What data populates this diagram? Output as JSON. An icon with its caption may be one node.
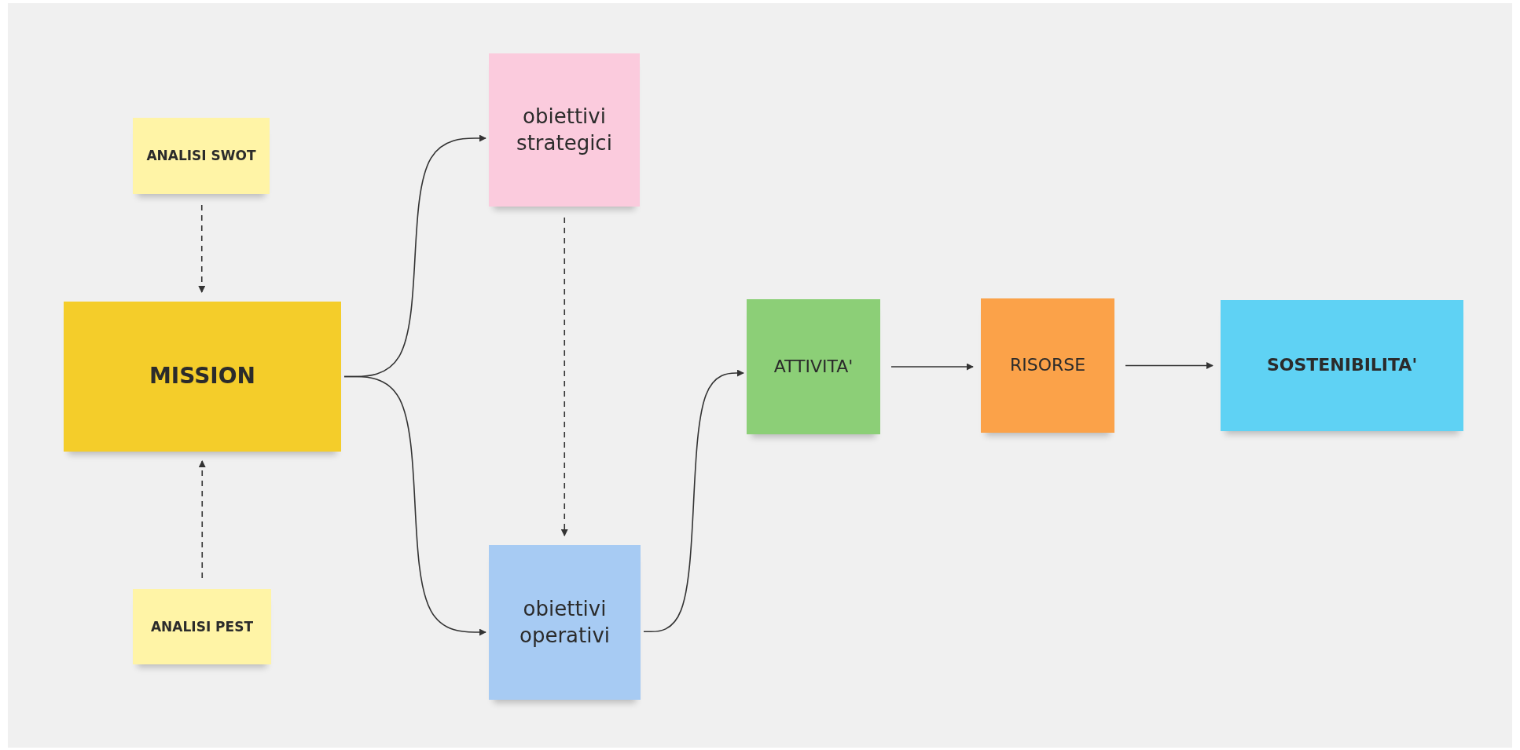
{
  "diagram": {
    "nodes": [
      {
        "text": [
          "ANALISI SWOT"
        ]
      },
      {
        "text": [
          "MISSION"
        ]
      },
      {
        "text": [
          "ANALISI PEST"
        ]
      },
      {
        "text": [
          "obiettivi strategici"
        ]
      },
      {
        "text": [
          "obiettivi operativi"
        ]
      },
      {
        "text": [
          "ATTIVITA'"
        ]
      },
      {
        "text": [
          "RISORSE"
        ]
      },
      {
        "text": [
          "SOSTENIBILITA'"
        ]
      }
    ],
    "edges": [
      {
        "from": 0,
        "to": 1,
        "arrow": "to",
        "style": "dashed"
      },
      {
        "from": 2,
        "to": 1,
        "arrow": "to",
        "style": "dashed"
      },
      {
        "from": 1,
        "to": 3,
        "arrow": "to"
      },
      {
        "from": 1,
        "to": 4,
        "arrow": "to"
      },
      {
        "from": 3,
        "to": 4,
        "arrow": "to",
        "style": "dashed"
      },
      {
        "from": 4,
        "to": 5,
        "arrow": "to"
      },
      {
        "from": 5,
        "to": 6,
        "arrow": "to"
      },
      {
        "from": 6,
        "to": 7,
        "arrow": "to"
      }
    ]
  }
}
